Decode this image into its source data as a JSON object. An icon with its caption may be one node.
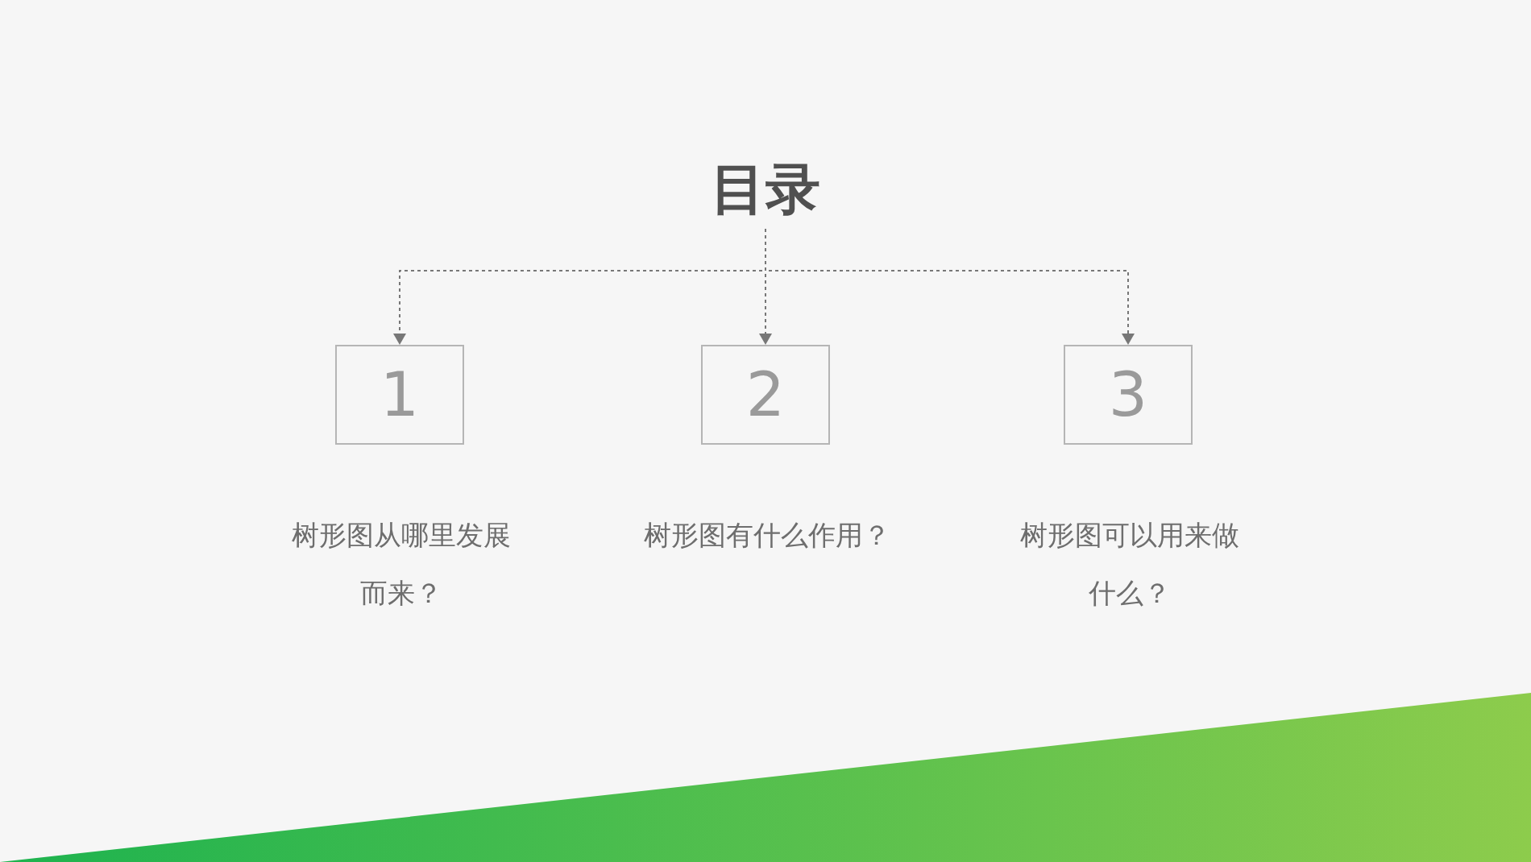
{
  "diagram": {
    "nodes": [
      {
        "text": [
          "目录"
        ]
      },
      {
        "text": [
          "1"
        ],
        "beside": [
          "树形图从哪里发展而来？"
        ]
      },
      {
        "text": [
          "2"
        ],
        "beside": [
          "树形图有什么作用？"
        ]
      },
      {
        "text": [
          "3"
        ],
        "beside": [
          "树形图可以用来做什么？"
        ]
      }
    ],
    "edges": [
      {
        "from": 0,
        "to": 1,
        "arrow": "to",
        "style": "dashed"
      },
      {
        "from": 0,
        "to": 2,
        "arrow": "to",
        "style": "dashed"
      },
      {
        "from": 0,
        "to": 3,
        "arrow": "to",
        "style": "dashed"
      }
    ]
  }
}
